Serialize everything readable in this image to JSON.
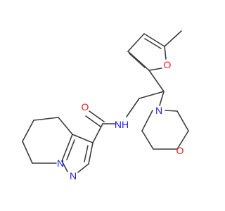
{
  "colors": {
    "bond": "#3c3c3c",
    "carbon": "#3c3c3c",
    "nitrogen": "#1f1fe8",
    "oxygen": "#e81f1f",
    "background": "#ffffff"
  },
  "atom_labels": {
    "amide_oxygen": "O",
    "amide_nh": "NH",
    "morpholine_nitrogen": "N",
    "morpholine_oxygen": "O",
    "furan_oxygen": "O",
    "pyrazole_n1": "N",
    "pyrazole_n2": "N"
  }
}
